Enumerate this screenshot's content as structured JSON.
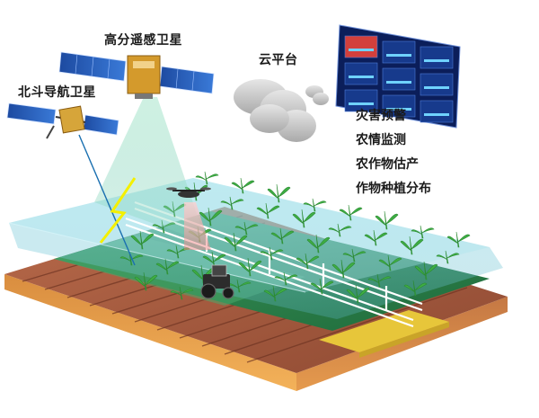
{
  "labels": {
    "remote_sensing_satellite": "高分遥感卫星",
    "beidou_satellite": "北斗导航卫星",
    "cloud_platform": "云平台"
  },
  "services": [
    "灾害预警",
    "农情监测",
    "农作物估产",
    "作物种植分布"
  ],
  "colors": {
    "soil_top": "#b0674a",
    "soil_side": "#c8794f",
    "soil_front": "#e09a45",
    "field_green": "#2f8a4e",
    "field_light": "#8fd0c3",
    "sensing_layer": "#74c8d8",
    "satellite_panel": "#2c5fb8",
    "satellite_gold": "#d49a2c",
    "lightning": "#f4f000",
    "drone_beam": "#f3a0a0",
    "dashboard_bg": "#0b1e5a",
    "dashboard_accent": "#d2403c"
  },
  "icons": [
    "satellite-icon",
    "cloud-icon",
    "dashboard-icon",
    "drone-icon",
    "tractor-icon",
    "lightning-icon"
  ]
}
